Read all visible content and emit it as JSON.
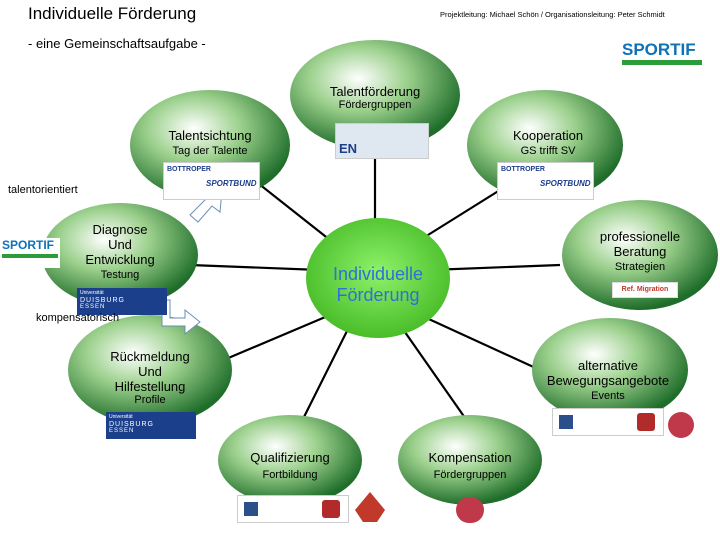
{
  "header": {
    "title": "Individuelle Förderung",
    "project_info": "Projektleitung: Michael Schön / Organisationsleitung: Peter Schmidt",
    "subtitle": "- eine Gemeinschaftsaufgabe -"
  },
  "center": {
    "line1": "Individuelle",
    "line2": "Förderung"
  },
  "nodes": {
    "talentfoerderung": {
      "title": "Talentförderung",
      "sub": "Fördergruppen"
    },
    "talentsichtung": {
      "title": "Talentsichtung",
      "sub": "Tag der Talente"
    },
    "kooperation": {
      "title": "Kooperation",
      "sub": "GS trifft SV"
    },
    "diagnose": {
      "title1": "Diagnose",
      "title2": "Und",
      "title3": "Entwicklung",
      "sub": "Testung"
    },
    "beratung": {
      "title1": "professionelle",
      "title2": "Beratung",
      "sub": "Strategien",
      "badge": "Ref. Migration"
    },
    "rueckmeldung": {
      "title1": "Rückmeldung",
      "title2": "Und",
      "title3": "Hilfestellung",
      "sub": "Profile"
    },
    "alternative": {
      "title1": "alternative",
      "title2": "Bewegungsangebote",
      "sub": "Events"
    },
    "qualifizierung": {
      "title": "Qualifizierung",
      "sub": "Fortbildung"
    },
    "kompensation": {
      "title": "Kompensation",
      "sub": "Fördergruppen"
    }
  },
  "side_labels": {
    "talentorientiert": "talentorientiert",
    "kompensatorisch": "kompensatorisch"
  },
  "logos": {
    "sportif": "SPORTIF",
    "bottroper": "BOTTROPER",
    "sportbund": "SPORTBUND",
    "uni_top": "Universität",
    "uni_name": "DUISBURG",
    "uni_city": "ESSEN",
    "en": "EN"
  },
  "colors": {
    "green_center": "#5fcf3a",
    "green_center_text": "#2f6fd6",
    "sphere": "#2e8f3a"
  }
}
